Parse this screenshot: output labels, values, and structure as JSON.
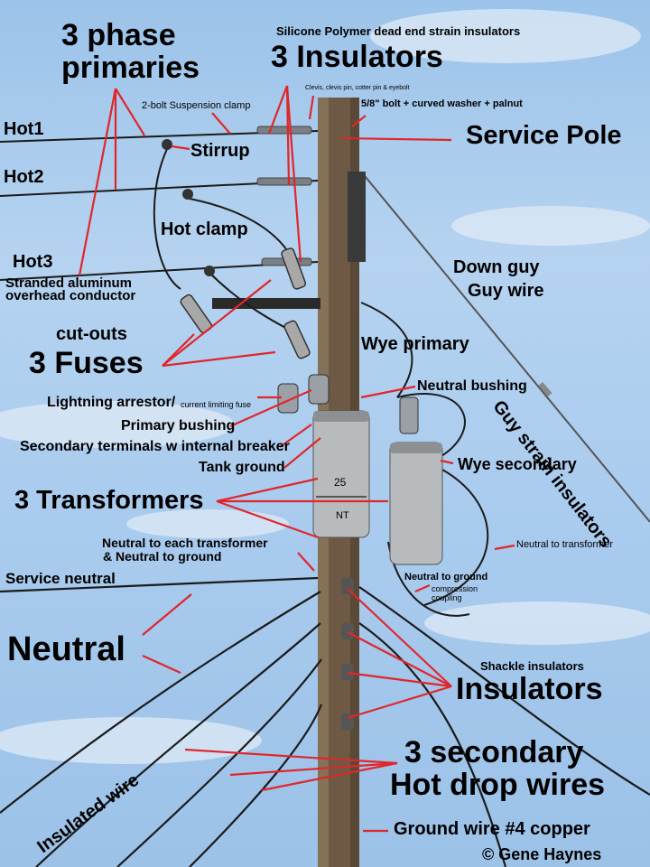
{
  "labels": {
    "three_phase": "3 phase",
    "primaries": "primaries",
    "silicone": "Silicone Polymer dead end strain insulators",
    "three_insulators": "3 Insulators",
    "clevis": "Clevis, clevis pin, cotter pin & eyebolt",
    "suspension_clamp": "2-bolt Suspension clamp",
    "bolt": "5/8\" bolt + curved washer + palnut",
    "hot1": "Hot1",
    "stirrup": "Stirrup",
    "service_pole": "Service Pole",
    "hot2": "Hot2",
    "hot_clamp": "Hot clamp",
    "hot3": "Hot3",
    "stranded1": "Stranded aluminum",
    "stranded2": "overhead conductor",
    "down_guy": "Down guy",
    "guy_wire": "Guy wire",
    "cutouts": "cut-outs",
    "three_fuses": "3 Fuses",
    "wye_primary": "Wye primary",
    "guy_strain": "Guy strain insulators",
    "lightning": "Lightning arrestor/",
    "current_limiting": "current limiting fuse",
    "neutral_bushing": "Neutral bushing",
    "primary_bushing": "Primary bushing",
    "secondary_terminals": "Secondary terminals w internal breaker",
    "tank_ground": "Tank ground",
    "wye_secondary": "Wye secondary",
    "three_transformers": "3 Transformers",
    "neutral_each1": "Neutral to each transformer",
    "neutral_each2": "& Neutral to ground",
    "neutral_to_transformer": "Neutral to transformer",
    "service_neutral": "Service neutral",
    "neutral_to_ground": "Neutral to ground",
    "compression1": "compression",
    "compression2": "coupling",
    "neutral": "Neutral",
    "shackle": "Shackle insulators",
    "insulators": "Insulators",
    "secondary1": "3 secondary",
    "secondary2": "Hot drop wires",
    "insulated_wire": "Insulated wire",
    "ground_wire": "Ground wire #4 copper",
    "copyright": "© Gene Haynes",
    "tank_number": "25",
    "tank_code": "NT"
  },
  "colors": {
    "sky": "#a9cbee",
    "pole": "#6e5a44",
    "pointer": "#e0262b",
    "wire": "#1b1b1b",
    "transformer": "#b8bbbd"
  },
  "icons": [
    "utility-pole",
    "transformer",
    "fuse-cutout",
    "insulator",
    "guy-wire"
  ]
}
